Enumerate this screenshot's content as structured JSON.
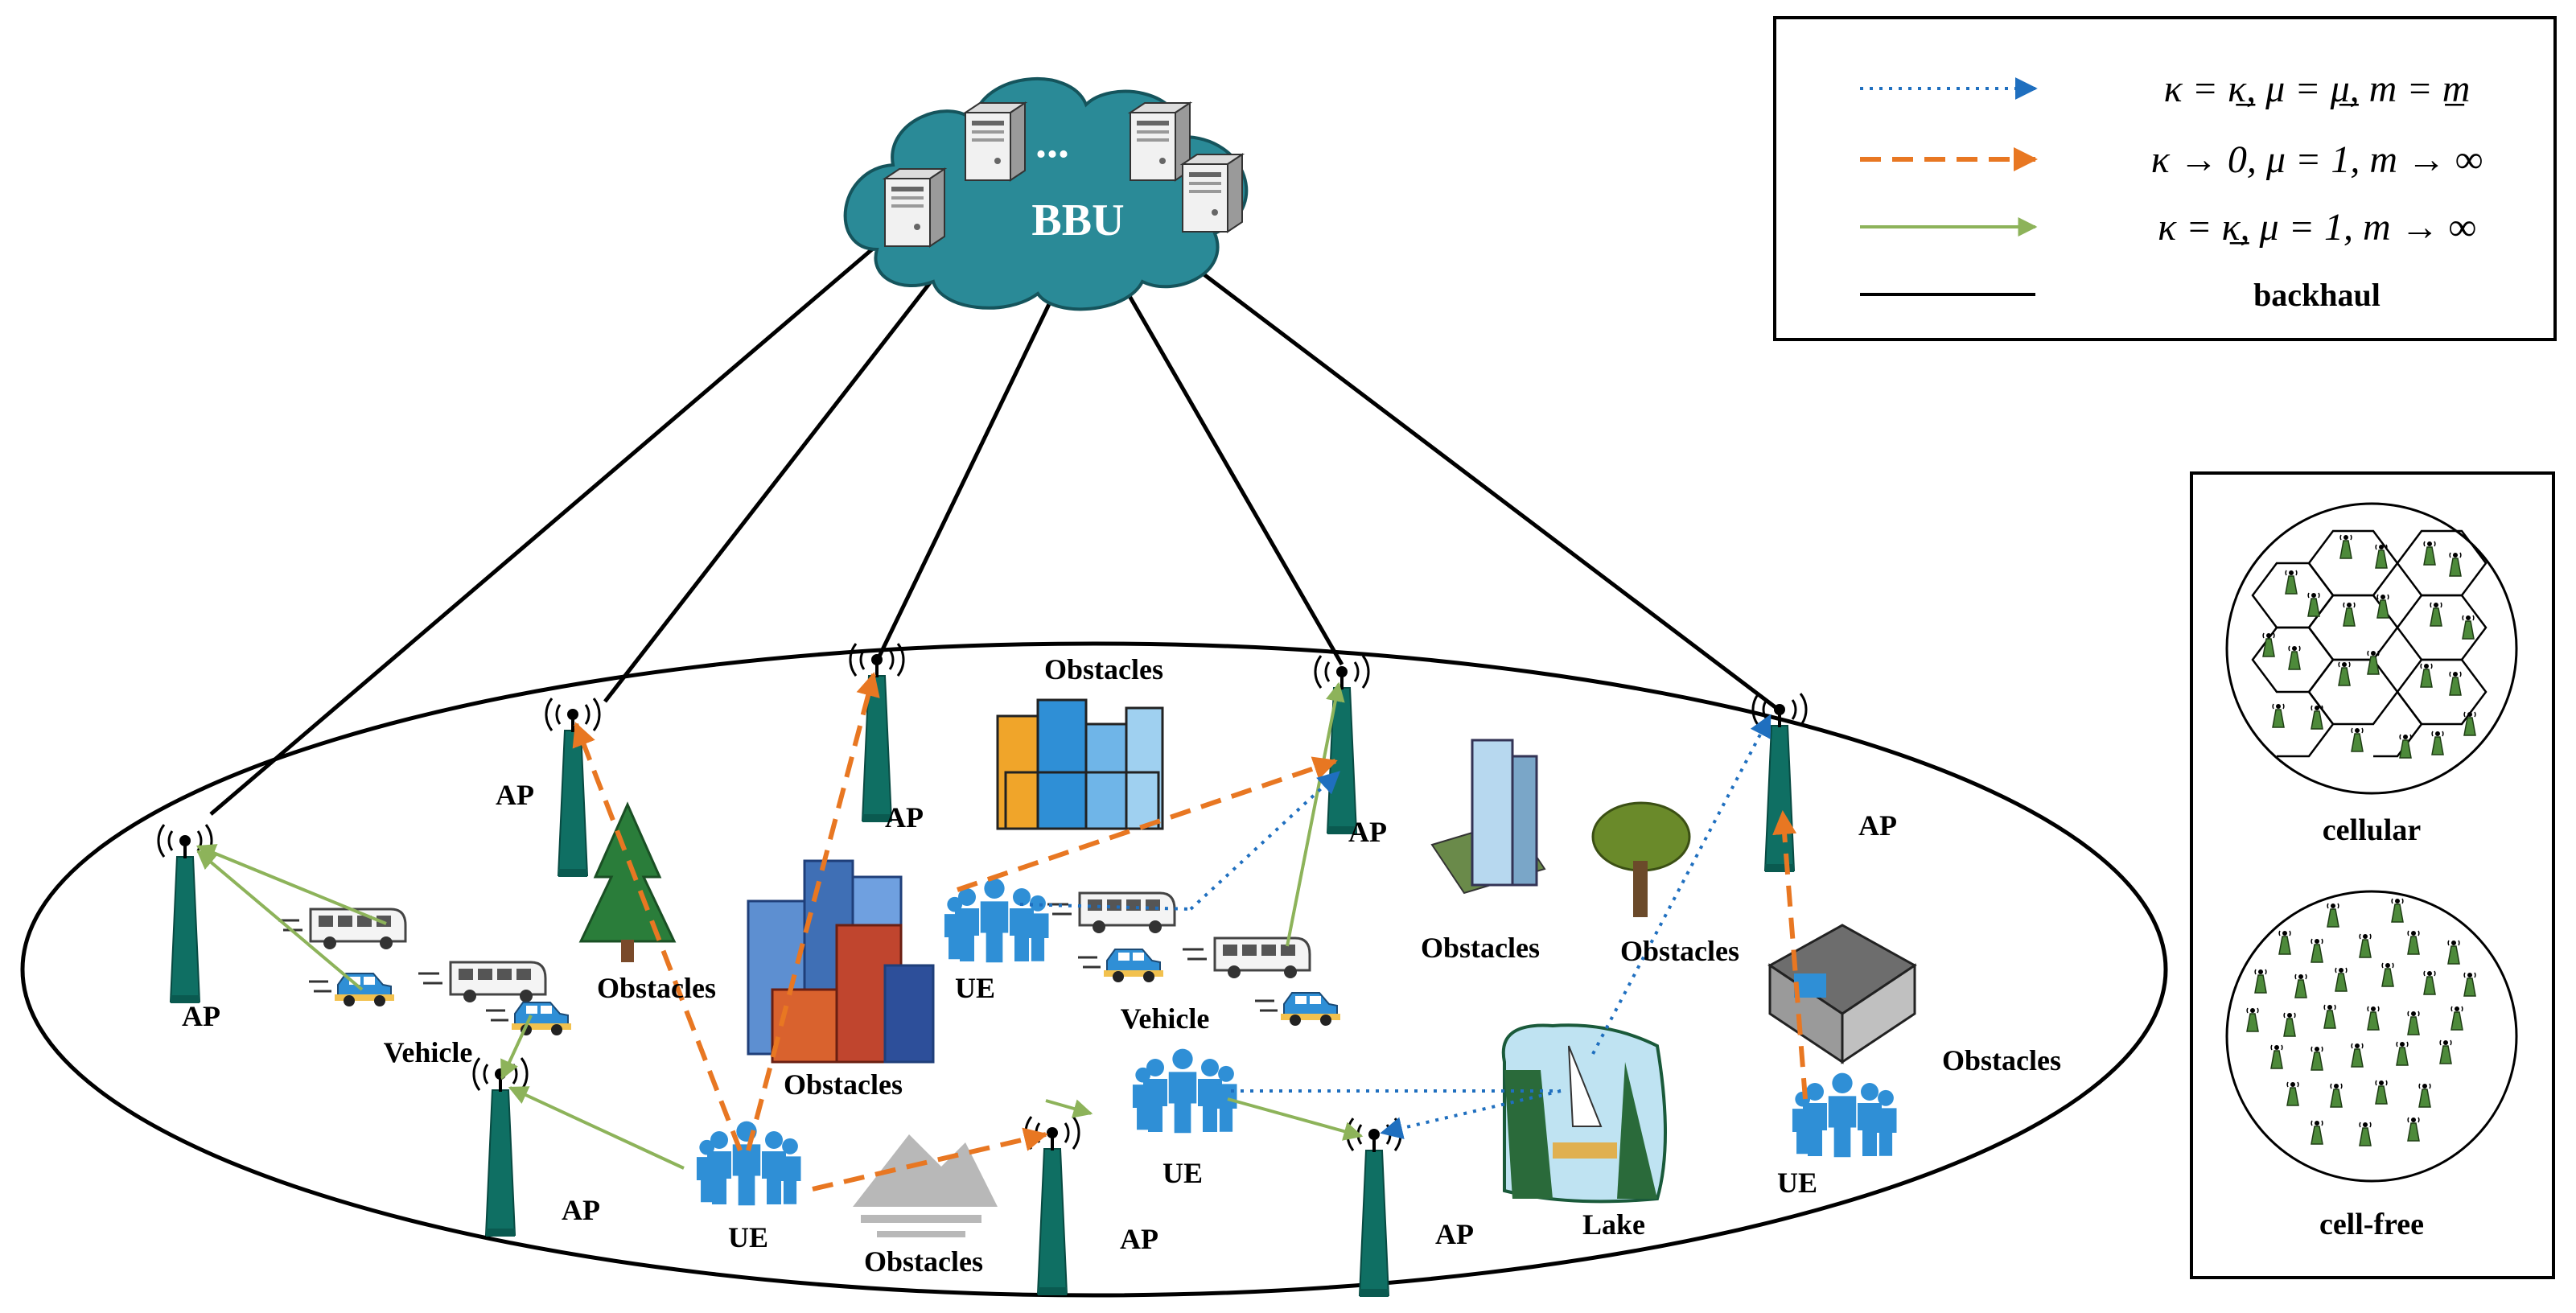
{
  "bbu": {
    "label": "BBU",
    "dots": "..."
  },
  "labels": {
    "ap": "AP",
    "ue": "UE",
    "vehicle": "Vehicle",
    "obstacles": "Obstacles",
    "lake": "Lake"
  },
  "legend": {
    "items": [
      {
        "style": "dotted-blue",
        "color": "#1f6fbf",
        "text": "κ = κ̲, μ = μ̲, m = m̲"
      },
      {
        "style": "dashed-orange",
        "color": "#e87722",
        "text": "κ → 0, μ = 1, m → ∞"
      },
      {
        "style": "solid-green",
        "color": "#8db35a",
        "text": "κ = κ̲, μ = 1, m → ∞"
      },
      {
        "style": "solid-black",
        "color": "#000000",
        "text": "backhaul"
      }
    ]
  },
  "inset": {
    "cellular_label": "cellular",
    "cellfree_label": "cell-free"
  },
  "colors": {
    "cloud": "#2a8a97",
    "ap_tower": "#0f6f63",
    "ue": "#2f8fd6",
    "tree": "#2a7d3a",
    "mountain": "#b8b8b8"
  }
}
